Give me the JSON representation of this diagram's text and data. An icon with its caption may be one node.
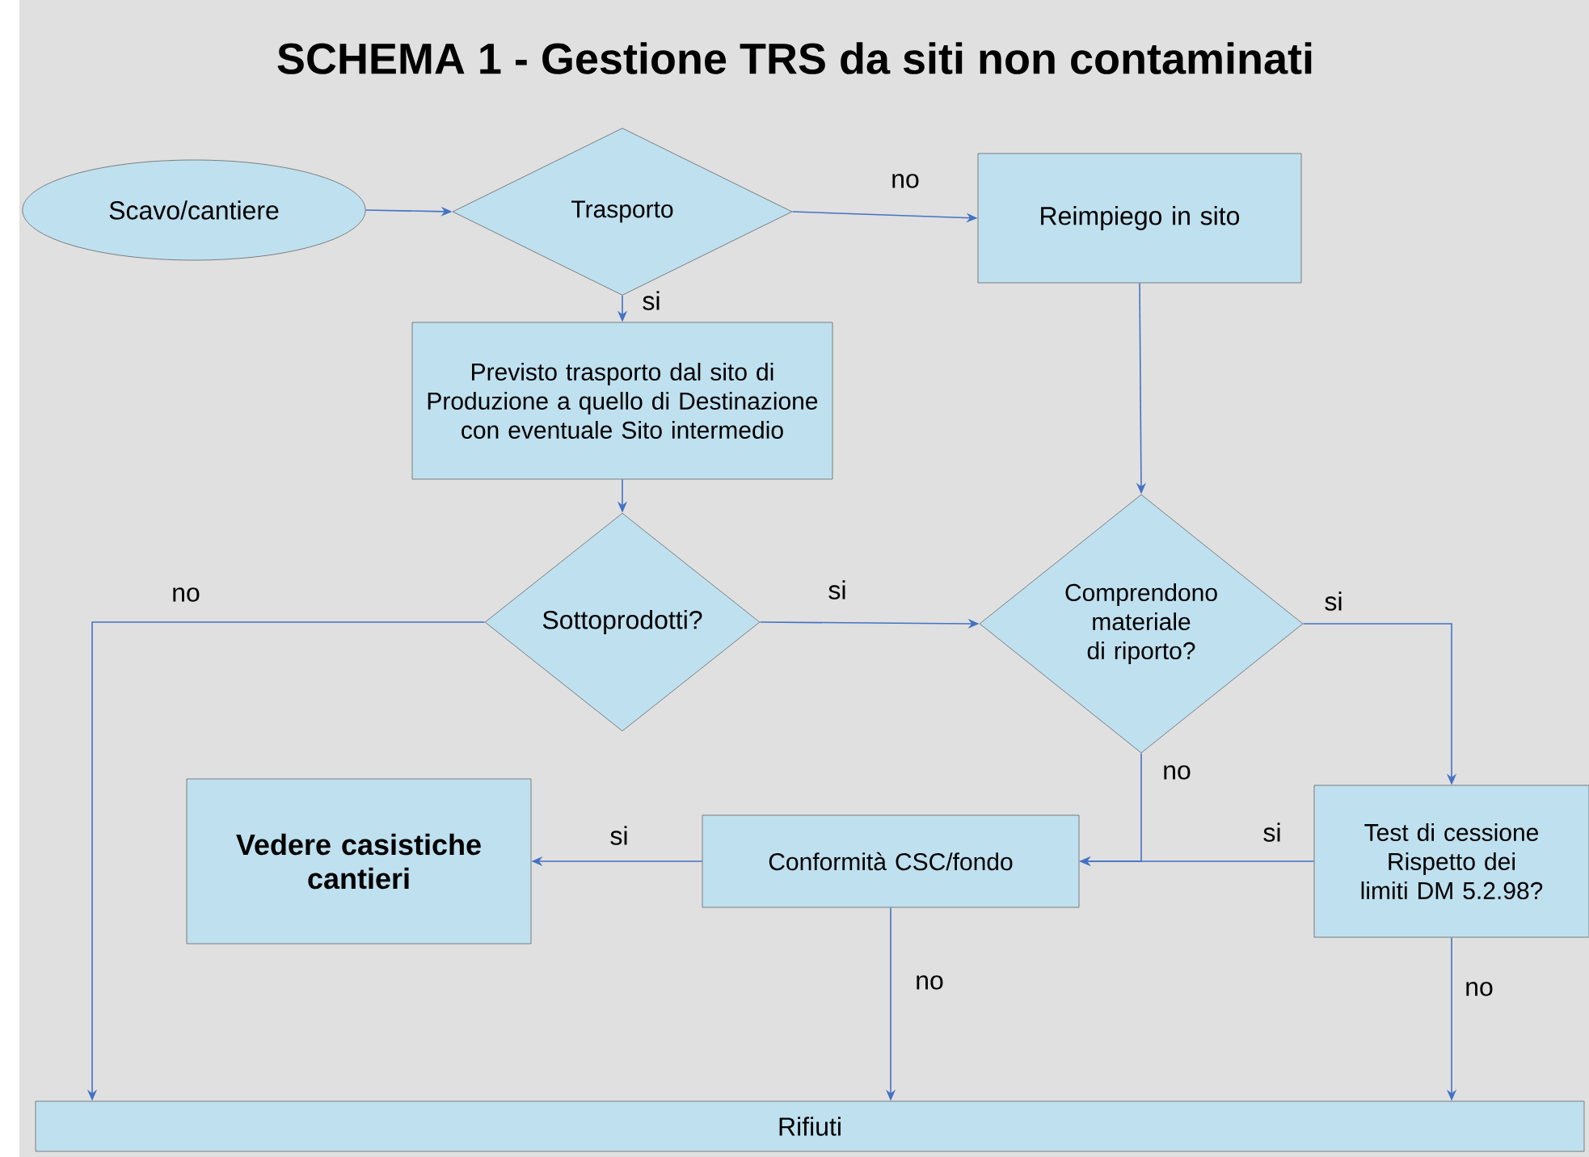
{
  "diagram": {
    "title": "SCHEMA 1 - Gestione TRS da siti non contaminati",
    "nodes": [
      {
        "text": [
          "Scavo/cantiere"
        ]
      },
      {
        "text": [
          "Trasporto"
        ]
      },
      {
        "text": [
          "Reimpiego in sito"
        ]
      },
      {
        "text": [
          "Previsto trasporto dal sito di Produzione a quello di Destinazione con eventuale Sito intermedio"
        ]
      },
      {
        "text": [
          "Sottoprodotti?"
        ]
      },
      {
        "text": [
          "Comprendono materiale di riporto?"
        ]
      },
      {
        "text": [
          "Vedere casistiche cantieri"
        ]
      },
      {
        "text": [
          "Conformità CSC/fondo"
        ]
      },
      {
        "text": [
          "Test di cessione Rispetto dei limiti DM 5.2.98?"
        ]
      },
      {
        "text": [
          "Rifiuti"
        ]
      }
    ],
    "edges": [
      {
        "from": 0,
        "to": 1,
        "arrow": "to"
      },
      {
        "from": 1,
        "to": 2,
        "arrow": "to",
        "label": "no"
      },
      {
        "from": 1,
        "to": 3,
        "arrow": "to",
        "label": "si"
      },
      {
        "from": 2,
        "to": 5,
        "arrow": "to"
      },
      {
        "from": 3,
        "to": 4,
        "arrow": "to"
      },
      {
        "from": 4,
        "to": 9,
        "arrow": "to",
        "label": "no"
      },
      {
        "from": 4,
        "to": 5,
        "arrow": "to",
        "label": "si"
      },
      {
        "from": 5,
        "to": 7,
        "arrow": "to",
        "label": "no"
      },
      {
        "from": 5,
        "to": 8,
        "arrow": "to",
        "label": "si"
      },
      {
        "from": 8,
        "to": 7,
        "arrow": "to",
        "label": "si"
      },
      {
        "from": 7,
        "to": 6,
        "arrow": "to",
        "label": "si"
      },
      {
        "from": 7,
        "to": 9,
        "arrow": "to",
        "label": "no"
      },
      {
        "from": 8,
        "to": 9,
        "arrow": "to",
        "label": "no"
      }
    ]
  }
}
